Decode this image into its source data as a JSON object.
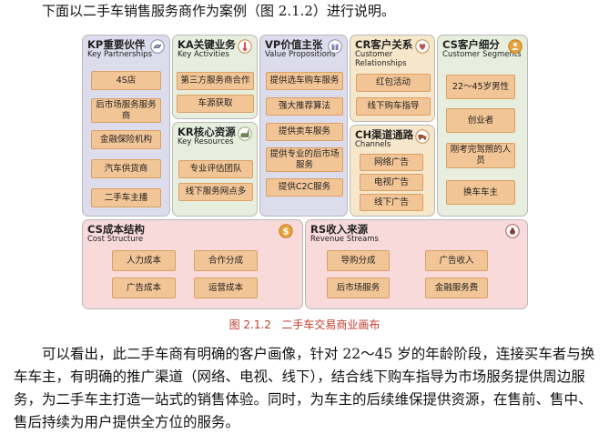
{
  "intro": "下面以二手车销售服务商作为案例（图 2.1.2）进行说明。",
  "panels": {
    "kp": {
      "zh": "KP重要伙伴",
      "en": "Key Partnerships",
      "icon": "link-icon",
      "items": [
        "4S店",
        "后市场服务服务商",
        "金融保险机构",
        "汽车供货商",
        "二手车主播"
      ]
    },
    "ka": {
      "zh": "KA关键业务",
      "en": "Key Activities",
      "icon": "thermometer-icon",
      "items": [
        "第三方服务商合作",
        "车源获取"
      ]
    },
    "kr": {
      "zh": "KR核心资源",
      "en": "Key Resources",
      "icon": "factory-icon",
      "items": [
        "专业评估团队",
        "线下服务网点多"
      ]
    },
    "vp": {
      "zh": "VP价值主张",
      "en": "Value Propositions",
      "icon": "gift-icon",
      "items": [
        "提供选车购车服务",
        "强大推荐算法",
        "提供卖车服务",
        "提供专业的后市场服务",
        "提供C2C服务"
      ]
    },
    "cr": {
      "zh": "CR客户关系",
      "en": "Customer Relationships",
      "icon": "heart-icon",
      "items": [
        "红包活动",
        "线下购车指导"
      ]
    },
    "ch": {
      "zh": "CH渠道通路",
      "en": "Channels",
      "icon": "truck-icon",
      "items": [
        "网络广告",
        "电视广告",
        "线下广告"
      ]
    },
    "cs_seg": {
      "zh": "CS客户细分",
      "en": "Customer Segments",
      "icon": "person-icon",
      "items": [
        "22～45岁男性",
        "创业者",
        "刚考完驾照的人员",
        "换车车主"
      ]
    },
    "cost": {
      "zh": "CS成本结构",
      "en": "Cost Structure",
      "icon": "dollar-icon",
      "items": [
        "人力成本",
        "合作分成",
        "广告成本",
        "运营成本"
      ]
    },
    "rev": {
      "zh": "RS收入来源",
      "en": "Revenue Streams",
      "icon": "money-bag-icon",
      "items": [
        "导购分成",
        "广告收入",
        "后市场服务",
        "金融服务费"
      ]
    }
  },
  "caption": {
    "number": "图 2.1.2",
    "text": "二手车交易商业画布"
  },
  "paragraph": [
    "可以看出，此二手车商有明确的客户画像，针对 22～45 岁的年龄阶段，连接买车者与换",
    "车车主，有明确的推广渠道（网络、电视、线下），结合线下购车指导为市场服务提供周边服",
    "务，为二手车主打造一站式的销售体验。同时，为车主的后续维保提供资源，在售前、售中、",
    "售后持续为用户提供全方位的服务。"
  ],
  "colors": {
    "box": "#f2c596",
    "purple_panel": "#dcdcec",
    "green_panel": "#e7eede",
    "orange_panel": "#f6e7cb",
    "pink_panel": "#f8dada",
    "caption": "#c0392b"
  }
}
